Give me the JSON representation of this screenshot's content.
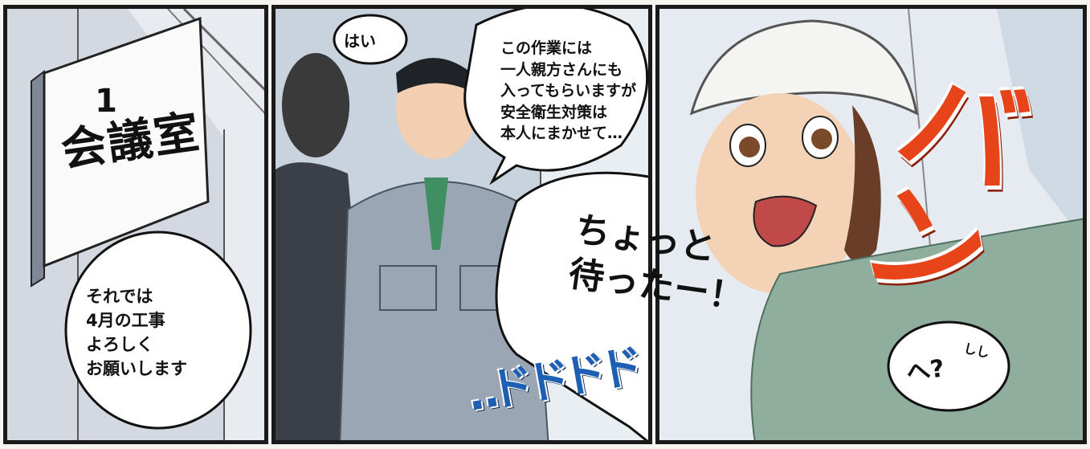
{
  "panels": [
    {
      "sign": {
        "number": "1",
        "name": "会議室"
      },
      "bubble": "それでは\n4月の工事\nよろしく\nお願いします"
    },
    {
      "bubbles": [
        "はい",
        "この作業には\n一人親方さんにも\n入ってもらいますが\n安全衛生対策は\n本人にまかせて…",
        "ちょっと\n待ったー！"
      ],
      "sfx": "‥ドドドド"
    },
    {
      "bubble": "へ?",
      "bubble_sfx": "しし",
      "sfx": "バン"
    }
  ],
  "colors": {
    "border": "#1a1a1a",
    "suit": "#3b4048",
    "workwear_grey": "#9aa6b4",
    "workwear_green": "#8fae9e",
    "tie": "#3f8f63",
    "helmet": "#f4f4f2",
    "sfx_blue": "#1d5fb3",
    "sfx_red": "#e8441a"
  }
}
